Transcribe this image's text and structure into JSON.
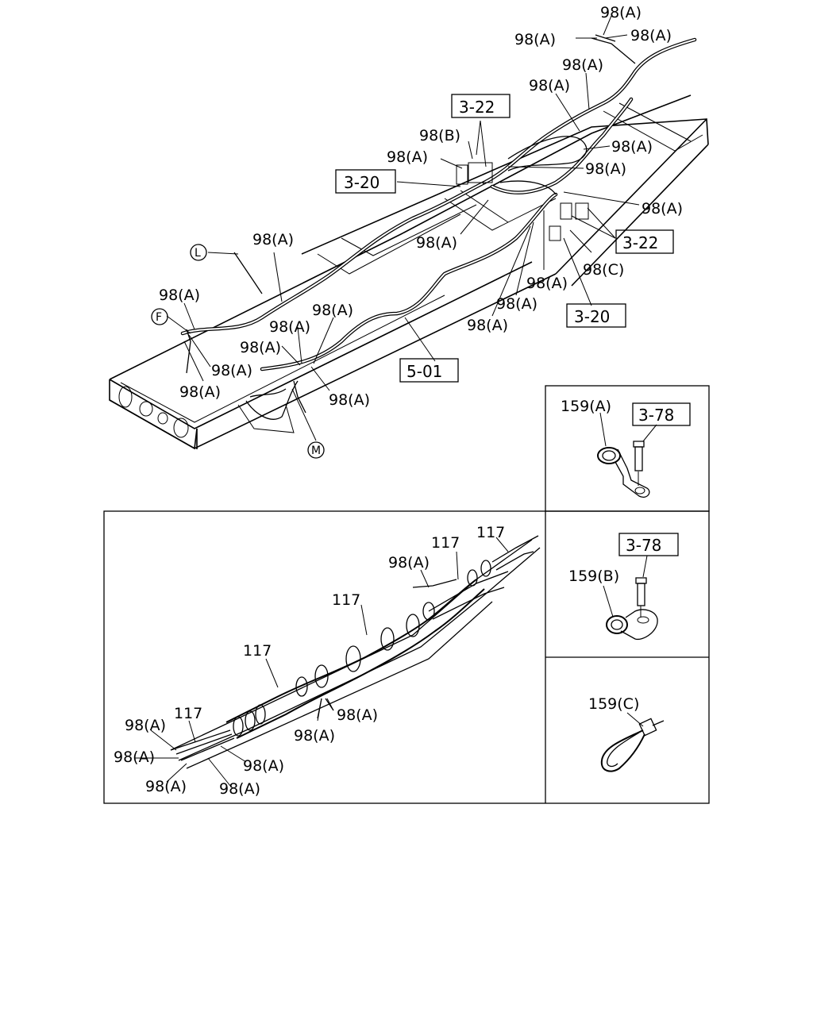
{
  "labels": {
    "a": "98(A)",
    "b": "98(B)",
    "c": "98(C)",
    "harness": "117",
    "clipA": "159(A)",
    "clipB": "159(B)",
    "clipC": "159(C)"
  },
  "refs": {
    "r322": "3-22",
    "r320": "3-20",
    "r501": "5-01",
    "r378": "3-78"
  },
  "circles": {
    "l": "L",
    "f": "F",
    "m": "M"
  }
}
